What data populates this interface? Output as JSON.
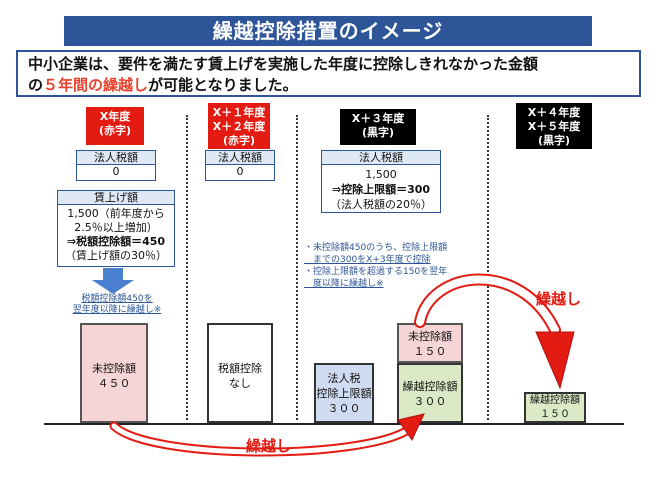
{
  "title": "繰越控除措置のイメージ",
  "intro": {
    "line1": "中小企業は、要件を満たす賃上げを実施した年度に控除しきれなかった金額",
    "line2_pre": "の",
    "line2_red": "５年間の繰越し",
    "line2_post": "が可能となりました。"
  },
  "periods": {
    "p1": "X年度\n(赤字)",
    "p2": "X＋１年度\nX＋２年度\n(赤字)",
    "p3": "X＋３年度\n(黒字)",
    "p4": "X＋４年度\nX＋５年度\n(黒字)"
  },
  "col1": {
    "tax_header": "法人税額",
    "tax_value": "0",
    "wage_header": "賃上げ額",
    "wage_line1": "1,500（前年度から",
    "wage_line2": "2.5％以上増加）",
    "wage_line3": "⇒税額控除額＝450",
    "wage_line4": "（賃上げ額の30％）",
    "arrow_note": "税額控除額450を\n翌年度以降に繰越し※",
    "bar_label": "未控除額\n４５０"
  },
  "col2": {
    "tax_header": "法人税額",
    "tax_value": "0",
    "bar_label": "税額控除\nなし"
  },
  "col3": {
    "tax_header": "法人税額",
    "tax_line1": "1,500",
    "tax_line2": "⇒控除上限額＝300",
    "tax_line3": "（法人税額の20％）",
    "note1": "・未控除額450のうち、控除上限額",
    "note2": "　までの300をX+3年度で控除",
    "note3": "・控除上限額を超過する150を翌年",
    "note4": "　度以降に繰越し※",
    "blue_bar": "法人税\n控除上限額\n３００",
    "pink_bar": "未控除額\n１５０",
    "green_bar": "繰越控除額\n３００"
  },
  "col4": {
    "green_bar": "繰越控除額\n１５０"
  },
  "carry_label_top": "繰越し",
  "carry_label_bottom": "繰越し",
  "colors": {
    "title_bg": "#2e5597",
    "red": "#e31b12",
    "pink": "#f6d5d7",
    "green": "#dbe9c7",
    "blue": "#cfdbf0"
  }
}
